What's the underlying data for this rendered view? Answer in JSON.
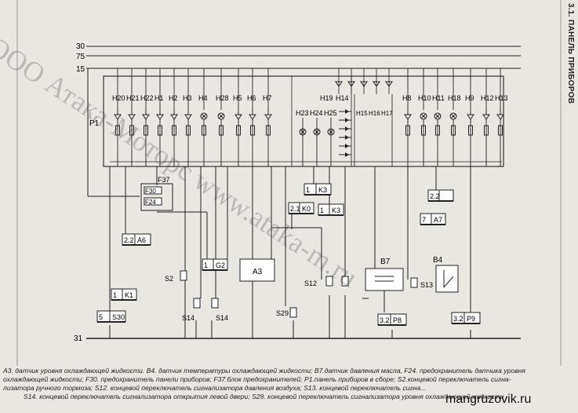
{
  "side_title": "3.1. ПАНЕЛЬ ПРИБОРОВ",
  "watermark": "ООО Атака-Моторс  www.ataka-m.ru",
  "site": "mangruzovik.ru",
  "wires": {
    "w30": "30",
    "w75": "75",
    "w15": "15",
    "w31": "31"
  },
  "lamps_left": [
    "H20",
    "H21",
    "H22",
    "H1",
    "H2",
    "H3",
    "H4",
    "H28",
    "H5",
    "H6",
    "H7"
  ],
  "lamps_mid_top": [
    "H23",
    "H24",
    "H25"
  ],
  "lamps_mid_label": "H19",
  "lamps_mid_label2": "H14",
  "lamps_mid_row": [
    "H15",
    "H16",
    "H17"
  ],
  "lamps_right": [
    "H8",
    "H10",
    "H11",
    "H18",
    "H9",
    "H12",
    "H13"
  ],
  "panel": "P1",
  "blocks": {
    "f37": "F37",
    "f30": "F30",
    "f24": "F24",
    "a6_left": "2.2",
    "a6_right": "A6",
    "k1_left": "1",
    "k1_right": "K1",
    "s30_left": "5",
    "s30_right": "S30",
    "g2_left": "1",
    "g2_right": "G2",
    "a3": "A3",
    "k3a_left": "1",
    "k3a_right": "K3",
    "k0_left": "2.1",
    "k0_right": "K0",
    "k3b_left": "1",
    "k3b_right": "K3",
    "a7top_left": "2.2",
    "a7top_right": "",
    "a7_left": "7",
    "a7_right": "A7",
    "p8_left": "3.2",
    "p8_right": "P8",
    "p9_left": "3.2",
    "p9_right": "P9"
  },
  "switches": [
    "S2",
    "S14",
    "S14",
    "S29",
    "S12",
    "S13"
  ],
  "sensors": [
    "B7",
    "B4"
  ],
  "caption": {
    "line1": "А3. датчик уровня охлаждающей жидкости. В4. датчик температуры охлаждающей жидкости; В7.датчик давления масла, F24. предохранитель датчика уровня",
    "line2": "охлаждающей жидкости; F30. предохранитель панели приборов; F37.блок предохранителей; P1.панель приборов в сборе; S2.концевой переключатель сигна-",
    "line3": "лизатора ручного тормоза; S12. концевой переключатель сигнализатора давления воздуха; S13. концевой переключатель сигна...",
    "line4": "S14. концевой переключатель сигнализатора открытия левой двери; S29. концевой переключатель сигнализатора уровня охлаждающей жидкости"
  }
}
